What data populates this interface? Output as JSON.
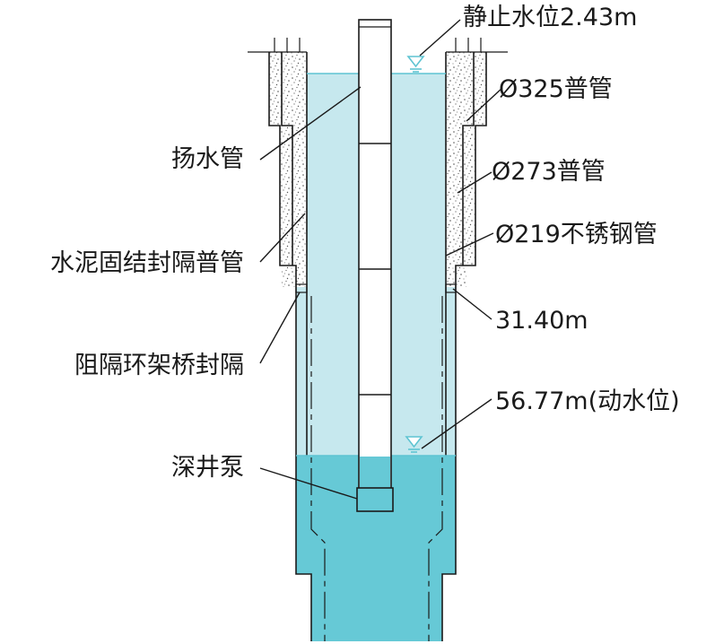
{
  "labels": {
    "static_level": "静止水位2.43m",
    "pipe_325": "Ø325普管",
    "pipe_273": "Ø273普管",
    "pipe_219": "Ø219不锈钢管",
    "depth_3140": "31.40m",
    "dynamic_level": "56.77m(动水位)",
    "riser_pipe": "扬水管",
    "cement_seal": "水泥固结封隔普管",
    "bridge_seal": "阻隔环架桥封隔",
    "pump": "深井泵"
  },
  "colors": {
    "water_light": "#c6e8ee",
    "water_deep": "#66c9d6",
    "waterline": "#5fc4d2",
    "outline": "#1a1a1a",
    "cement_speckle": "#555555"
  },
  "icons": {
    "water_level_marker": "inverted-triangle-icon"
  }
}
